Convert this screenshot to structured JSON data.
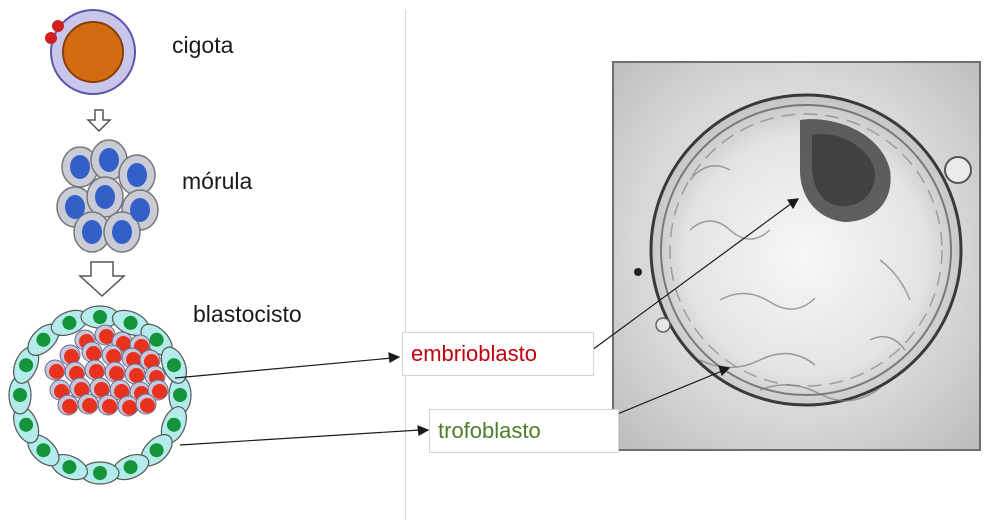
{
  "stages": {
    "zygote": "cigota",
    "morula": "mórula",
    "blastocyst": "blastocisto"
  },
  "callouts": {
    "embryoblast": "embrioblasto",
    "trophoblast": "trofoblasto"
  },
  "colors": {
    "embryoblast_text": "#c0000d",
    "trophoblast_text": "#4e7d2b",
    "zygote_nucleus": "#d36b12",
    "morula_nucleus": "#3360c8",
    "icm_cell": "#e8321e",
    "trophoblast_cell": "#b3ecea",
    "trophoblast_nucleus": "#14933a"
  }
}
